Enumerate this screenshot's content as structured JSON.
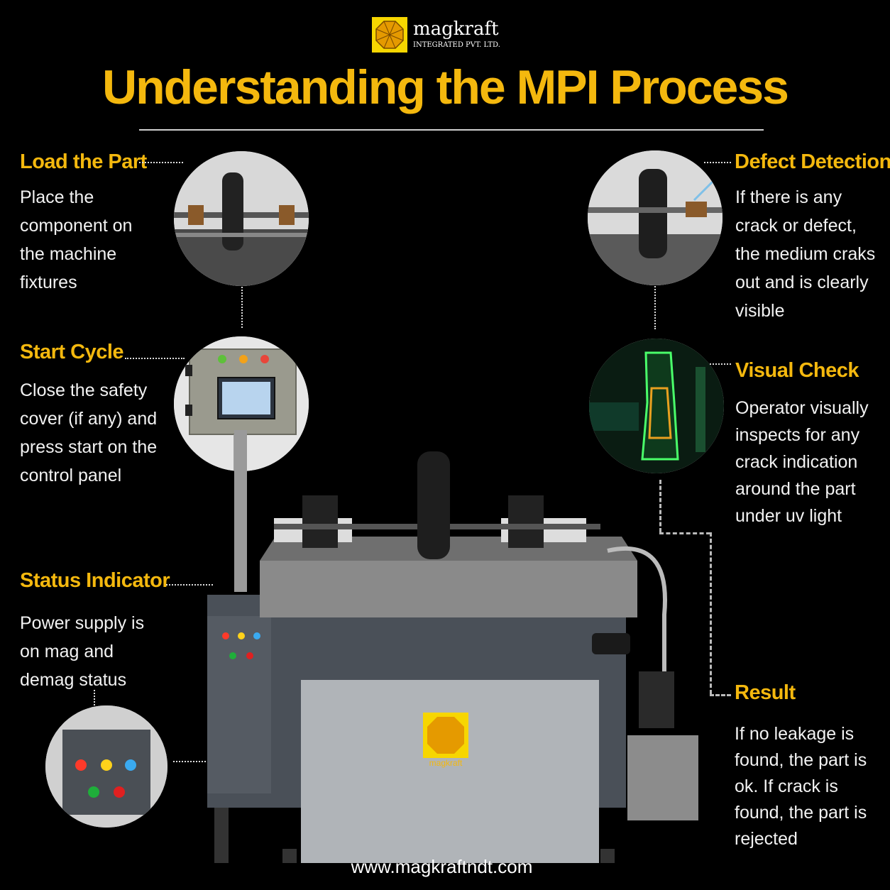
{
  "brand": {
    "name": "magkraft",
    "tagline": "INTEGRATED PVT. LTD.",
    "logo_icon": "octagon-sun-logo",
    "accent_color": "#f4b80e"
  },
  "title": "Understanding the MPI Process",
  "steps": {
    "load": {
      "heading": "Load the Part",
      "text": "Place the component on the machine fixtures"
    },
    "start": {
      "heading": "Start Cycle",
      "text": "Close the safety cover (if any) and press start on the control panel"
    },
    "status": {
      "heading": "Status Indicator",
      "text": "Power supply is on mag and demag status"
    },
    "defect": {
      "heading": "Defect Detection",
      "text": "If there is any crack or defect, the medium craks out and is clearly visible"
    },
    "visual": {
      "heading": "Visual Check",
      "text": "Operator visually inspects for any crack indication around the part under uv light"
    },
    "result": {
      "heading": "Result",
      "text": "If no leakage is found, the part is ok. If crack is found, the part is rejected"
    }
  },
  "machine_label": "magkraft",
  "footer": {
    "url": "www.magkraftndt.com"
  }
}
